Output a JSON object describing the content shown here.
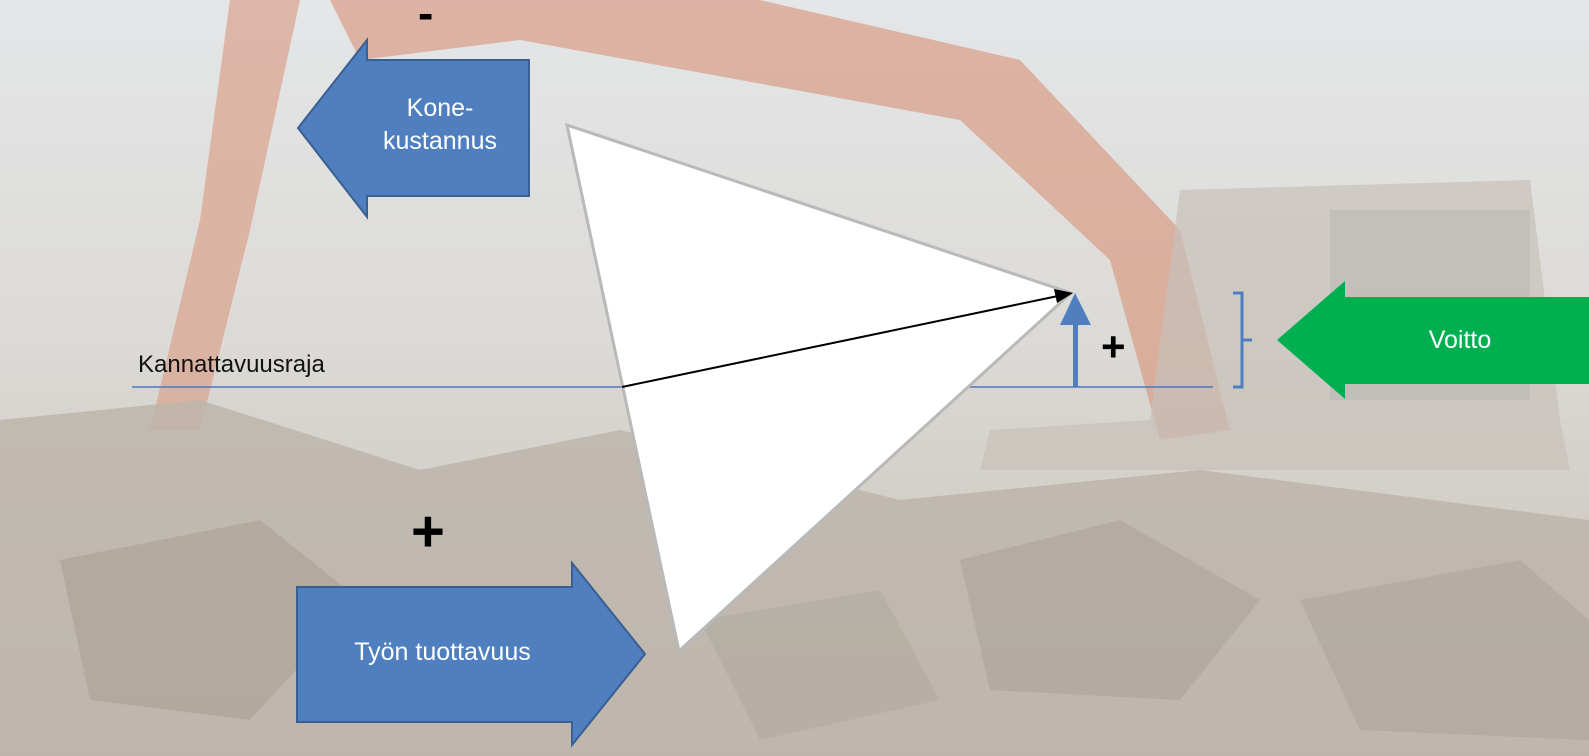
{
  "background": {
    "description_icon": "excavator-photo",
    "colors": {
      "sky": "#dfe2e4",
      "haze": "#cfcac3",
      "arm": "#d98a6b",
      "cab": "#c9c3bb",
      "rocks": "#b7b0a6"
    }
  },
  "labels": {
    "machine_cost": "Kone-\nkustannus",
    "work_productivity": "Työn tuottavuus",
    "profit": "Voitto",
    "break_even": "Kannattavuusraja"
  },
  "signs": {
    "cost_sign": "-",
    "productivity_sign": "+",
    "profit_sign": "+"
  },
  "colors": {
    "blue_arrow": "#4f7fbf",
    "blue_arrow_border": "#3a5f91",
    "green_arrow": "#00b050",
    "triangle_fill": "#ffffff",
    "triangle_stroke": "#b9b9b9",
    "line": "#4a78c0"
  }
}
